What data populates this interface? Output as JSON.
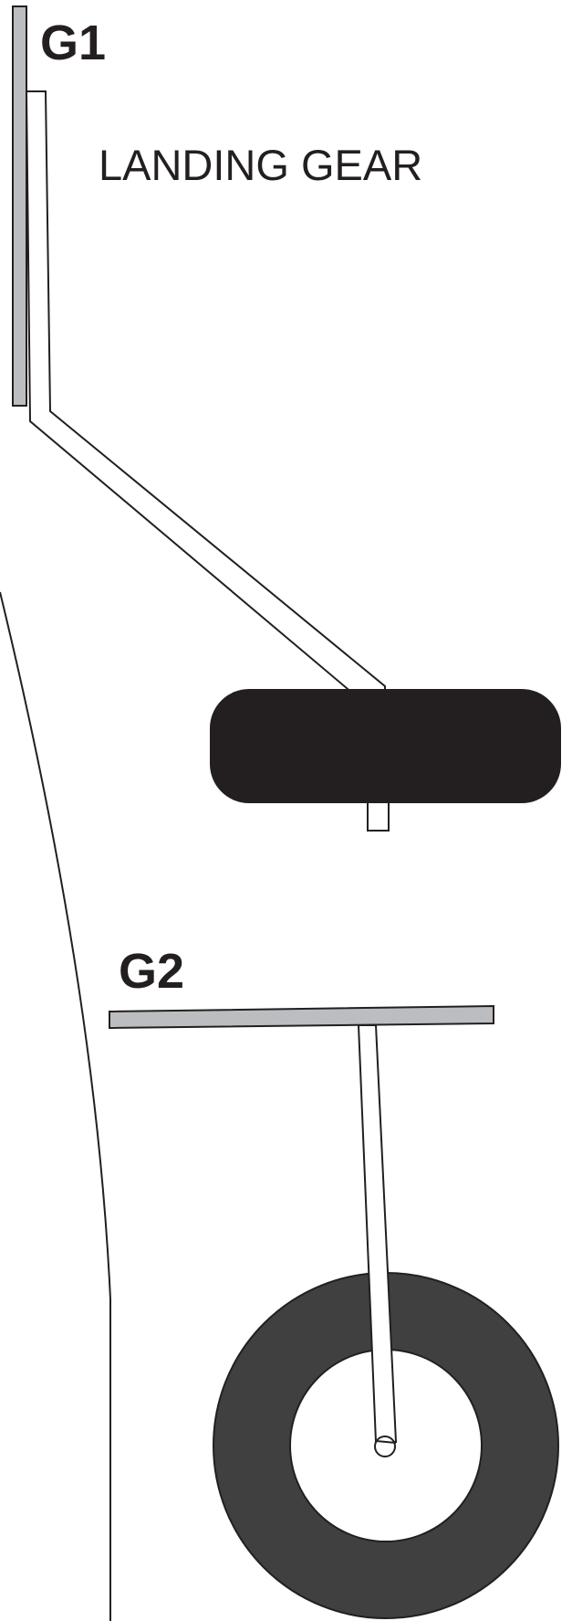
{
  "labels": {
    "part_g1": "G1",
    "part_g2": "G2",
    "title": "LANDING GEAR"
  },
  "colors": {
    "stroke": "#231f20",
    "mount_fill": "#bcbdc0",
    "side_wheel_fill": "#231f20",
    "front_tire_fill": "#404040",
    "background": "#ffffff"
  }
}
